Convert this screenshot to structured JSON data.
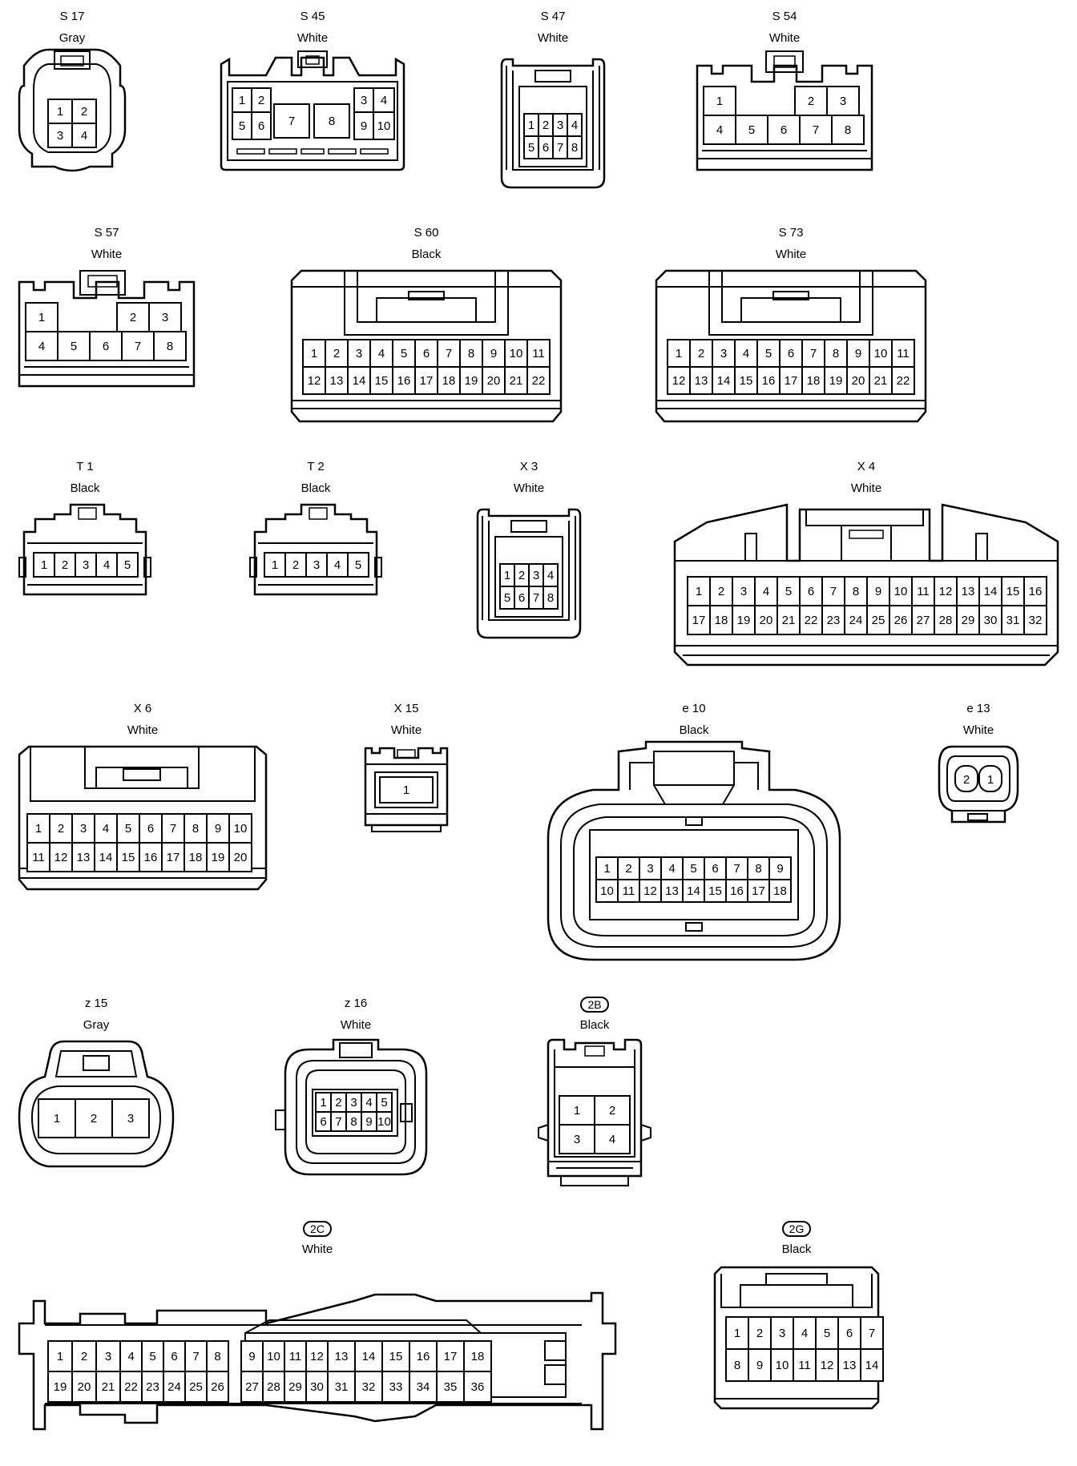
{
  "connectors": [
    {
      "id": "S17",
      "name": "S 17",
      "color": "Gray",
      "rows": [
        [
          "1",
          "2"
        ],
        [
          "3",
          "4"
        ]
      ]
    },
    {
      "id": "S45",
      "name": "S 45",
      "color": "White",
      "rows": [
        [
          "1",
          "2",
          "7",
          "8",
          "3",
          "4"
        ],
        [
          "5",
          "6",
          "9",
          "10"
        ]
      ]
    },
    {
      "id": "S47",
      "name": "S 47",
      "color": "White",
      "rows": [
        [
          "1",
          "2",
          "3",
          "4"
        ],
        [
          "5",
          "6",
          "7",
          "8"
        ]
      ]
    },
    {
      "id": "S54",
      "name": "S 54",
      "color": "White",
      "rows": [
        [
          "1",
          "2",
          "3"
        ],
        [
          "4",
          "5",
          "6",
          "7",
          "8"
        ]
      ]
    },
    {
      "id": "S57",
      "name": "S 57",
      "color": "White",
      "rows": [
        [
          "1",
          "2",
          "3"
        ],
        [
          "4",
          "5",
          "6",
          "7",
          "8"
        ]
      ]
    },
    {
      "id": "S60",
      "name": "S 60",
      "color": "Black",
      "rows": [
        [
          "1",
          "2",
          "3",
          "4",
          "5",
          "6",
          "7",
          "8",
          "9",
          "10",
          "11"
        ],
        [
          "12",
          "13",
          "14",
          "15",
          "16",
          "17",
          "18",
          "19",
          "20",
          "21",
          "22"
        ]
      ]
    },
    {
      "id": "S73",
      "name": "S 73",
      "color": "White",
      "rows": [
        [
          "1",
          "2",
          "3",
          "4",
          "5",
          "6",
          "7",
          "8",
          "9",
          "10",
          "11"
        ],
        [
          "12",
          "13",
          "14",
          "15",
          "16",
          "17",
          "18",
          "19",
          "20",
          "21",
          "22"
        ]
      ]
    },
    {
      "id": "T1",
      "name": "T 1",
      "color": "Black",
      "rows": [
        [
          "1",
          "2",
          "3",
          "4",
          "5"
        ]
      ]
    },
    {
      "id": "T2",
      "name": "T 2",
      "color": "Black",
      "rows": [
        [
          "1",
          "2",
          "3",
          "4",
          "5"
        ]
      ]
    },
    {
      "id": "X3",
      "name": "X 3",
      "color": "White",
      "rows": [
        [
          "1",
          "2",
          "3",
          "4"
        ],
        [
          "5",
          "6",
          "7",
          "8"
        ]
      ]
    },
    {
      "id": "X4",
      "name": "X 4",
      "color": "White",
      "rows": [
        [
          "1",
          "2",
          "3",
          "4",
          "5",
          "6",
          "7",
          "8",
          "9",
          "10",
          "11",
          "12",
          "13",
          "14",
          "15",
          "16"
        ],
        [
          "17",
          "18",
          "19",
          "20",
          "21",
          "22",
          "23",
          "24",
          "25",
          "26",
          "27",
          "28",
          "29",
          "30",
          "31",
          "32"
        ]
      ]
    },
    {
      "id": "X6",
      "name": "X 6",
      "color": "White",
      "rows": [
        [
          "1",
          "2",
          "3",
          "4",
          "5",
          "6",
          "7",
          "8",
          "9",
          "10"
        ],
        [
          "11",
          "12",
          "13",
          "14",
          "15",
          "16",
          "17",
          "18",
          "19",
          "20"
        ]
      ]
    },
    {
      "id": "X15",
      "name": "X 15",
      "color": "White",
      "rows": [
        [
          "1"
        ]
      ]
    },
    {
      "id": "e10",
      "name": "e 10",
      "color": "Black",
      "rows": [
        [
          "1",
          "2",
          "3",
          "4",
          "5",
          "6",
          "7",
          "8",
          "9"
        ],
        [
          "10",
          "11",
          "12",
          "13",
          "14",
          "15",
          "16",
          "17",
          "18"
        ]
      ]
    },
    {
      "id": "e13",
      "name": "e 13",
      "color": "White",
      "rows": [
        [
          "2",
          "1"
        ]
      ]
    },
    {
      "id": "z15",
      "name": "z 15",
      "color": "Gray",
      "rows": [
        [
          "1",
          "2",
          "3"
        ]
      ]
    },
    {
      "id": "z16",
      "name": "z 16",
      "color": "White",
      "rows": [
        [
          "1",
          "2",
          "3",
          "4",
          "5"
        ],
        [
          "6",
          "7",
          "8",
          "9",
          "10"
        ]
      ]
    },
    {
      "id": "2B",
      "name": "2B",
      "color": "Black",
      "badge": true,
      "rows": [
        [
          "1",
          "2"
        ],
        [
          "3",
          "4"
        ]
      ]
    },
    {
      "id": "2C",
      "name": "2C",
      "color": "White",
      "badge": true,
      "rows": [
        [
          "1",
          "2",
          "3",
          "4",
          "5",
          "6",
          "7",
          "8",
          "9",
          "10",
          "11",
          "12",
          "13",
          "14",
          "15",
          "16",
          "17",
          "18"
        ],
        [
          "19",
          "20",
          "21",
          "22",
          "23",
          "24",
          "25",
          "26",
          "27",
          "28",
          "29",
          "30",
          "31",
          "32",
          "33",
          "34",
          "35",
          "36"
        ]
      ]
    },
    {
      "id": "2G",
      "name": "2G",
      "color": "Black",
      "badge": true,
      "rows": [
        [
          "1",
          "2",
          "3",
          "4",
          "5",
          "6",
          "7"
        ],
        [
          "8",
          "9",
          "10",
          "11",
          "12",
          "13",
          "14"
        ]
      ]
    }
  ]
}
